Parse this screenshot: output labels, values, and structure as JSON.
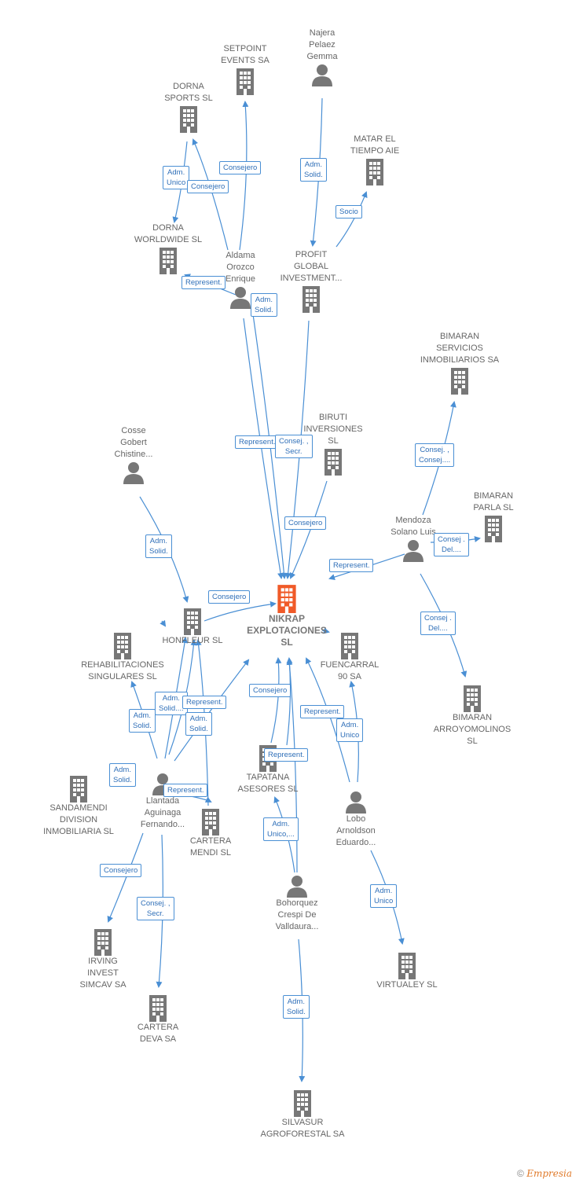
{
  "colors": {
    "edge": "#4a8fd4",
    "node": "#777777",
    "focus": "#f05a28"
  },
  "nodes": {
    "setpoint": "SETPOINT\nEVENTS SA",
    "najera": "Najera\nPelaez\nGemma",
    "dorna_sports": "DORNA\nSPORTS SL",
    "matar": "MATAR EL\nTIEMPO  AIE",
    "dorna_ww": "DORNA\nWORLDWIDE SL",
    "aldama": "Aldama\nOrozco\nEnrique",
    "profit": "PROFIT\nGLOBAL\nINVESTMENT...",
    "bimaran_serv": "BIMARAN\nSERVICIOS\nINMOBILIARIOS SA",
    "cosse": "Cosse\nGobert\nChistine...",
    "biruti": "BIRUTI\nINVERSIONES\nSL",
    "bimaran_parla": "BIMARAN\nPARLA  SL",
    "mendoza": "Mendoza\nSolano Luis",
    "nikrap": "NIKRAP\nEXPLOTACIONES\nSL",
    "honfleur": "HONFLEUR SL",
    "rehab": "REHABILITACIONES\nSINGULARES SL",
    "fuencarral": "FUENCARRAL\n90 SA",
    "bimaran_arroyo": "BIMARAN\nARROYOMOLINOS\nSL",
    "sandamendi": "SANDAMENDI\nDIVISION\nINMOBILIARIA SL",
    "tapatana": "TAPATANA\nASESORES SL",
    "llantada": "Llantada\nAguinaga\nFernando...",
    "cartera_mendi": "CARTERA\nMENDI  SL",
    "lobo": "Lobo\nArnoldson\nEduardo...",
    "bohorquez": "Bohorquez\nCrespi De\nValldaura...",
    "irving": "IRVING\nINVEST\nSIMCAV SA",
    "virtualey": "VIRTUALEY  SL",
    "cartera_deva": "CARTERA\nDEVA SA",
    "silvasur": "SILVASUR\nAGROFORESTAL SA"
  },
  "edge_labels": {
    "consejero_setpoint": "Consejero",
    "adm_unico_dorna": "Adm.\nUnico",
    "consejero_dorna": "Consejero",
    "adm_solid_najera": "Adm.\nSolid.",
    "socio": "Socio",
    "represent_dornaww": "Represent.",
    "adm_solid_aldama": "Adm.\nSolid.",
    "represent_aldama": "Represent.",
    "consej_secr_profit": "Consej. ,\nSecr.",
    "consej_bimaran_serv": "Consej. ,\nConsej....",
    "consejero_biruti": "Consejero",
    "adm_solid_cosse": "Adm.\nSolid.",
    "consej_del_parla": "Consej .\nDel....",
    "represent_mendoza": "Represent.",
    "consejero_honfleur": "Consejero",
    "consej_del_arroyo": "Consej .\nDel....",
    "adm_solid_rehab": "Adm.\nSolid.",
    "adm_solid_honfleur": "Adm.\nSolid....",
    "represent_llantada": "Represent.",
    "adm_solid_llantada2": "Adm.\nSolid.",
    "adm_solid_sandamendi": "Adm.\nSolid.",
    "represent_cartera_mendi": "Represent.",
    "consejero_tapatana": "Consejero",
    "represent_tapatana": "Represent.",
    "represent_lobo": "Represent.",
    "adm_unico_fuencarral": "Adm.\nUnico",
    "adm_unico_bohorquez": "Adm.\nUnico,...",
    "consejero_irving": "Consejero",
    "consej_secr_deva": "Consej. ,\nSecr.",
    "adm_unico_virtualey": "Adm.\nUnico",
    "adm_solid_silvasur": "Adm.\nSolid."
  },
  "footer": {
    "copyright": "©",
    "brand": "Empresia"
  }
}
